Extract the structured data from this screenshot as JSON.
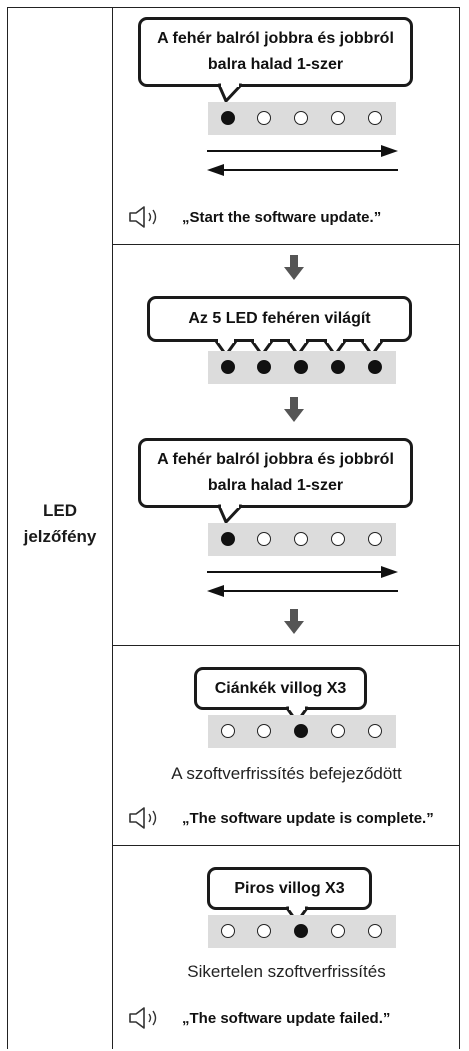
{
  "left_column": {
    "line1": "LED",
    "line2": "jelzőfény"
  },
  "section1": {
    "bubble_line1": "A fehér balról jobbra és jobbról",
    "bubble_line2": "balra halad 1-szer",
    "speech": "„Start the software update.”"
  },
  "section2": {
    "bubble_top": "Az 5 LED fehéren világít",
    "bubble_line1": "A fehér balról jobbra és jobbról",
    "bubble_line2": "balra halad 1-szer"
  },
  "section3": {
    "bubble": "Ciánkék villog X3",
    "status": "A szoftverfrissítés befejeződött",
    "speech": "„The software update is complete.”"
  },
  "section4": {
    "bubble": "Piros villog X3",
    "status": "Sikertelen szoftverfrissítés",
    "speech": "„The software update failed.”"
  },
  "colors": {
    "led_bar": "#dcdcdc",
    "ink": "#111111",
    "arrow_gray": "#555555"
  }
}
